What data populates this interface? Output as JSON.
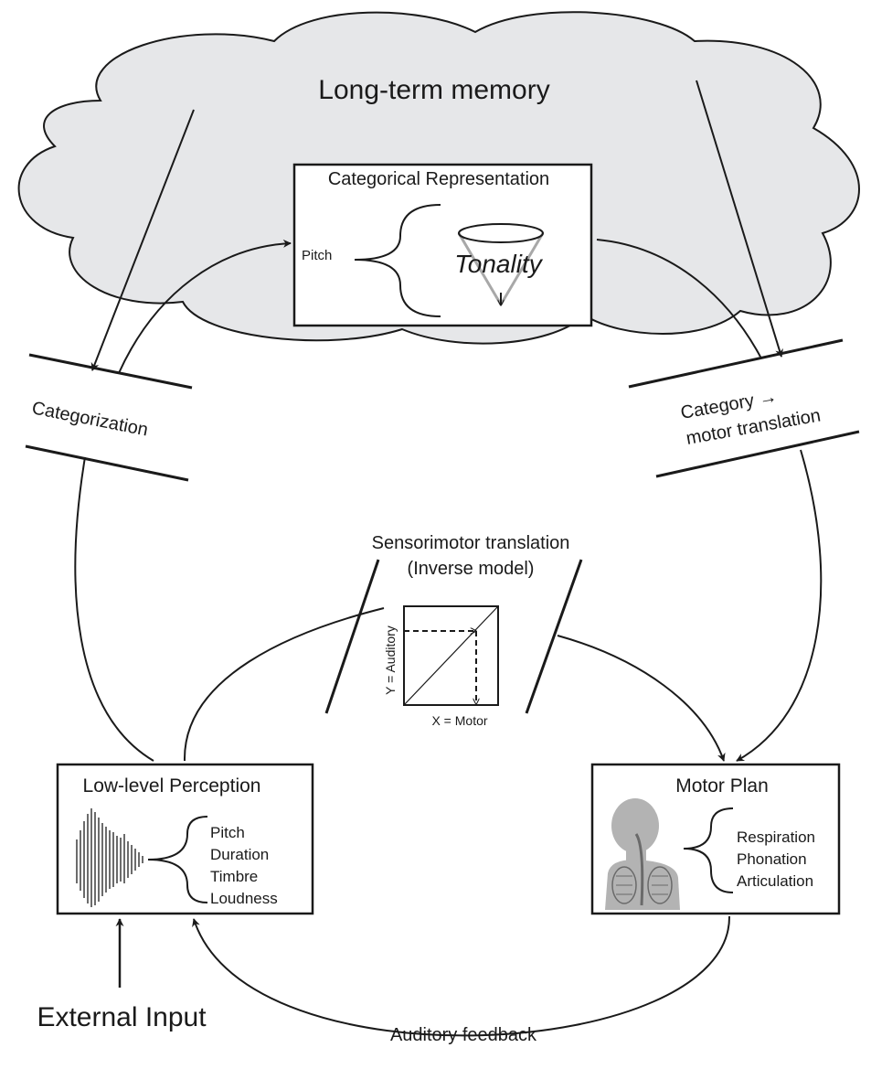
{
  "memory": {
    "title": "Long-term memory"
  },
  "categorical": {
    "title": "Categorical Representation",
    "pitch": "Pitch",
    "tonality": "Tonality"
  },
  "categorization": {
    "label": "Categorization"
  },
  "category_motor": {
    "line1": "Category →",
    "line2": "motor translation"
  },
  "sensorimotor": {
    "line1": "Sensorimotor translation",
    "line2": "(Inverse model)",
    "y_axis": "Y = Auditory",
    "x_axis": "X = Motor"
  },
  "perception": {
    "title": "Low-level Perception",
    "items": [
      "Pitch",
      "Duration",
      "Timbre",
      "Loudness"
    ]
  },
  "motor_plan": {
    "title": "Motor Plan",
    "items": [
      "Respiration",
      "Phonation",
      "Articulation"
    ]
  },
  "external_input": {
    "label": "External Input"
  },
  "auditory_feedback": {
    "label": "Auditory feedback"
  },
  "colors": {
    "cloud_fill": "#e6e7e9",
    "stroke": "#1a1a1a",
    "cone": "#a8a8a8",
    "body": "#b3b3b3"
  }
}
